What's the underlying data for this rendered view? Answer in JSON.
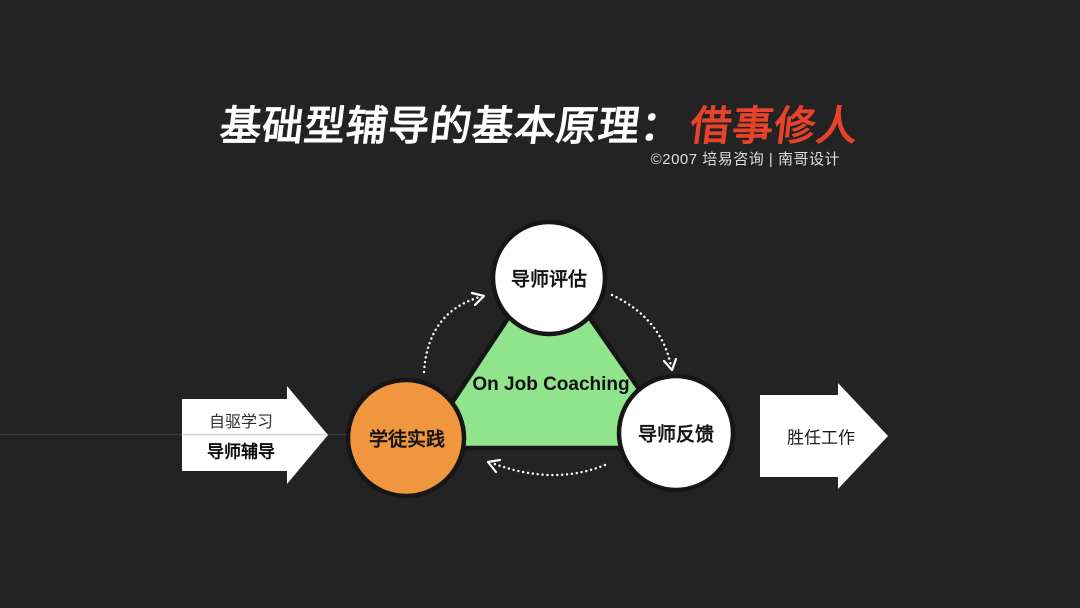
{
  "slide": {
    "title": {
      "prefix": "基础型辅导的基本原理：",
      "highlight": "借事修人"
    },
    "credit": "©2007 培易咨询 | 南哥设计"
  },
  "diagram": {
    "center_label": "On Job Coaching",
    "nodes": {
      "top": {
        "label": "导师评估"
      },
      "left": {
        "label": "学徒实践"
      },
      "right": {
        "label": "导师反馈"
      }
    },
    "input_arrow": {
      "line1": "自驱学习",
      "line2": "导师辅导"
    },
    "output_arrow": {
      "label": "胜任工作"
    },
    "colors": {
      "background": "#232323",
      "accent_red": "#e8432a",
      "node_orange": "#f0963f",
      "triangle_green": "#8fe48c",
      "outline_black": "#161616",
      "shape_white": "#ffffff"
    }
  }
}
